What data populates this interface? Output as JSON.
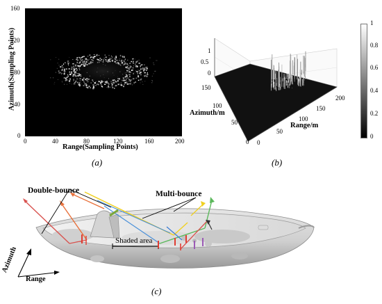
{
  "panel_a": {
    "caption": "(a)",
    "xlabel": "Range(Sampling Points)",
    "ylabel": "Azimuth(Sampling Points)",
    "xticks": [
      "0",
      "40",
      "80",
      "120",
      "160",
      "200"
    ],
    "yticks": [
      "160",
      "120",
      "80",
      "40",
      "0"
    ]
  },
  "panel_b": {
    "caption": "(b)",
    "xlabel": "Range/m",
    "ylabel": "Azimuth/m",
    "zticks": [
      "1",
      "0.5",
      "0"
    ],
    "azimuth_ticks": [
      "150",
      "100",
      "50",
      "0"
    ],
    "range_ticks": [
      "0",
      "50",
      "100",
      "150",
      "200"
    ],
    "colorbar_ticks": [
      "1",
      "0.8",
      "0.6",
      "0.4",
      "0.2",
      "0"
    ]
  },
  "panel_c": {
    "caption": "(c)",
    "labels": {
      "double_bounce": "Double-bounce",
      "multi_bounce": "Multi-bounce",
      "shaded_area": "Shaded area",
      "azimuth": "Azimuth",
      "range": "Range"
    }
  }
}
